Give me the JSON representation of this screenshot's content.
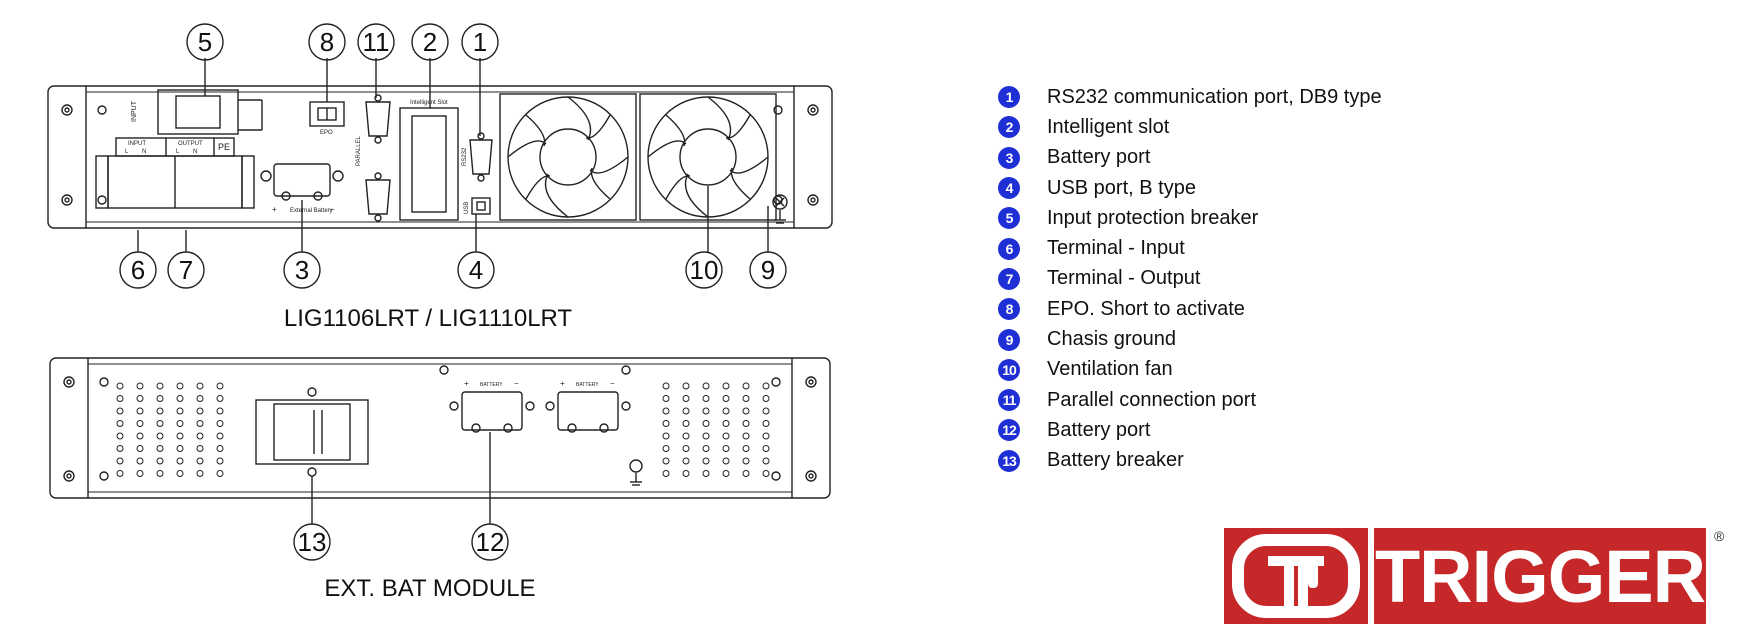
{
  "front_panel": {
    "title": "LIG1106LRT / LIG1110LRT",
    "callouts": [
      "5",
      "8",
      "11",
      "2",
      "1",
      "6",
      "7",
      "3",
      "4",
      "10",
      "9"
    ],
    "labels": {
      "input": "INPUT",
      "output": "OUTPUT",
      "pe": "PE",
      "l": "L",
      "n": "N",
      "epo": "EPO",
      "parallel": "PARALLEL",
      "intelligent_slot": "Intelligent Slot",
      "rs232": "RS232",
      "usb": "USB",
      "external_battery": "External Battery",
      "plus": "+",
      "minus": "−",
      "input_breaker": "INPUT"
    }
  },
  "ext_module": {
    "title": "EXT. BAT MODULE",
    "callouts": [
      "13",
      "12"
    ],
    "labels": {
      "battery": "BATTERY",
      "plus": "+",
      "minus": "−"
    }
  },
  "legend": [
    {
      "num": "1",
      "text": "RS232 communication port, DB9 type"
    },
    {
      "num": "2",
      "text": "Intelligent slot"
    },
    {
      "num": "3",
      "text": "Battery port"
    },
    {
      "num": "4",
      "text": "USB port, B type"
    },
    {
      "num": "5",
      "text": "Input protection breaker"
    },
    {
      "num": "6",
      "text": "Terminal - Input"
    },
    {
      "num": "7",
      "text": "Terminal - Output"
    },
    {
      "num": "8",
      "text": "EPO. Short to activate"
    },
    {
      "num": "9",
      "text": "Chasis ground"
    },
    {
      "num": "10",
      "text": "Ventilation fan"
    },
    {
      "num": "11",
      "text": "Parallel connection port"
    },
    {
      "num": "12",
      "text": "Battery port"
    },
    {
      "num": "13",
      "text": "Battery breaker"
    }
  ],
  "logo": {
    "text": "TRIGGER",
    "registered": "®",
    "color": "#c62829"
  },
  "badge_color": "#1f2fd6"
}
